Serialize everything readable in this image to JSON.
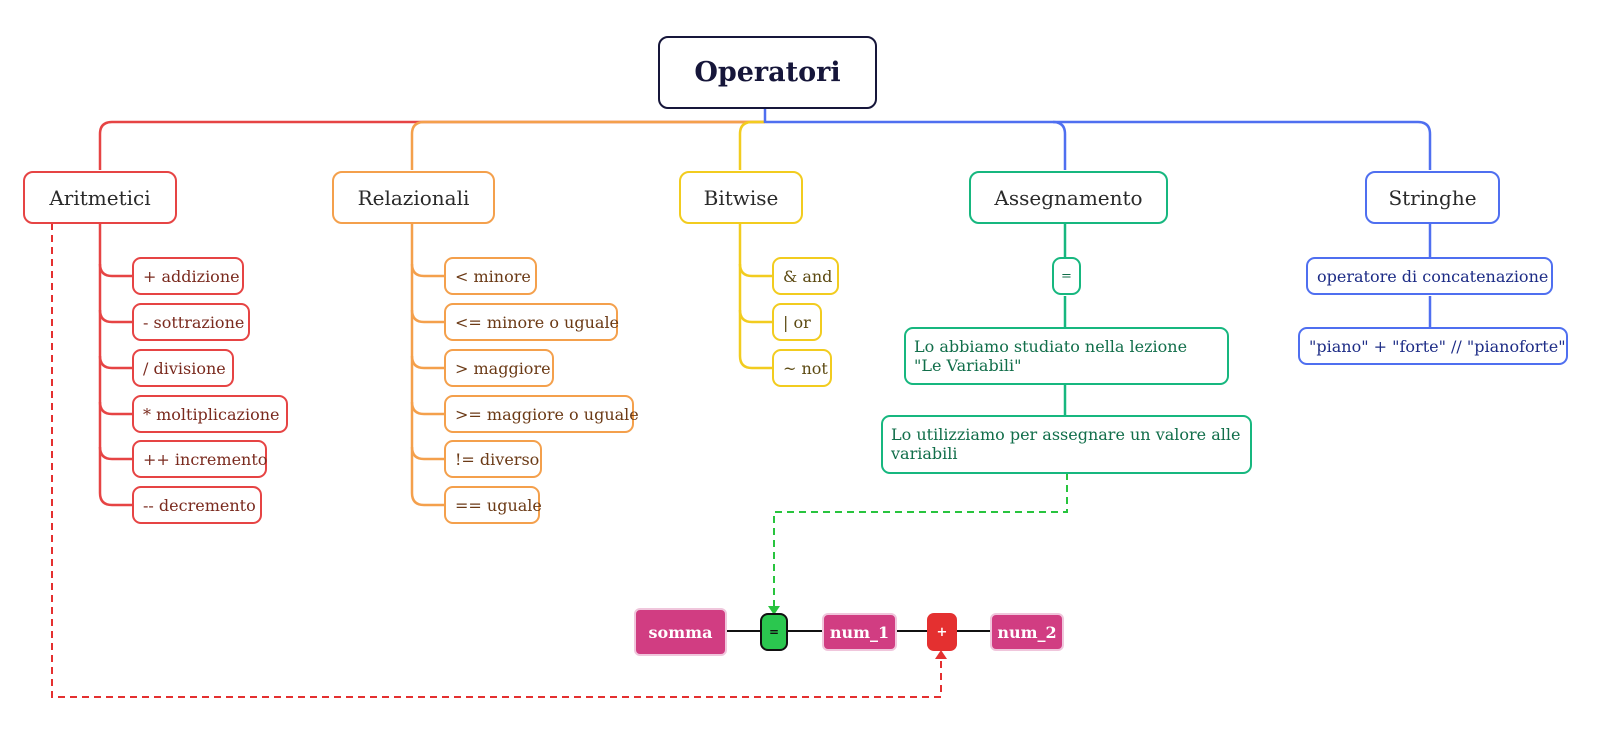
{
  "root": {
    "label": "Operatori"
  },
  "colors": {
    "root": "#16163a",
    "aritmetici": "#e64444",
    "relazionali": "#f4a04c",
    "bitwise": "#f2cc1f",
    "assegnamento": "#17b77f",
    "stringhe": "#4f6ff0",
    "token_variable": "#d13d82",
    "token_assign": "#2bc74f",
    "token_plus": "#e43030"
  },
  "categories": {
    "aritmetici": {
      "label": "Aritmetici",
      "items": [
        "+ addizione",
        "- sottrazione",
        "/ divisione",
        "* moltiplicazione",
        "++ incremento",
        "-- decremento"
      ]
    },
    "relazionali": {
      "label": "Relazionali",
      "items": [
        "< minore",
        "<= minore o uguale",
        "> maggiore",
        ">= maggiore o uguale",
        "!= diverso",
        "== uguale"
      ]
    },
    "bitwise": {
      "label": "Bitwise",
      "items": [
        "& and",
        "| or",
        "~ not"
      ]
    },
    "assegnamento": {
      "label": "Assegnamento",
      "symbol": "=",
      "note1": "Lo abbiamo studiato nella lezione \"Le Variabili\"",
      "note2": "Lo utilizziamo per assegnare un valore alle variabili"
    },
    "stringhe": {
      "label": "Stringhe",
      "item": "operatore di concatenazione",
      "example": "\"piano\" + \"forte\"  // \"pianoforte\""
    }
  },
  "expression": {
    "target": "somma",
    "assign": "=",
    "operand1": "num_1",
    "operator": "+",
    "operand2": "num_2"
  }
}
